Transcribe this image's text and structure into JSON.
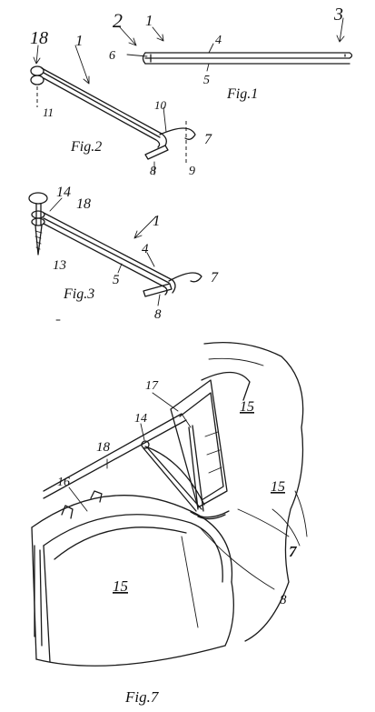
{
  "figures": {
    "fig1": {
      "caption": "Fig.1",
      "labels": [
        "2",
        "1",
        "3",
        "4",
        "5",
        "6"
      ]
    },
    "fig2": {
      "caption": "Fig.2",
      "labels": [
        "18",
        "11",
        "1",
        "10",
        "7",
        "8",
        "9"
      ]
    },
    "fig3": {
      "caption": "Fig.3",
      "labels": [
        "14",
        "18",
        "1",
        "4",
        "5",
        "13",
        "7",
        "8"
      ]
    },
    "fig7": {
      "caption": "Fig.7",
      "labels": [
        "17",
        "15",
        "14",
        "18",
        "15",
        "16",
        "15",
        "7",
        "8"
      ]
    }
  }
}
